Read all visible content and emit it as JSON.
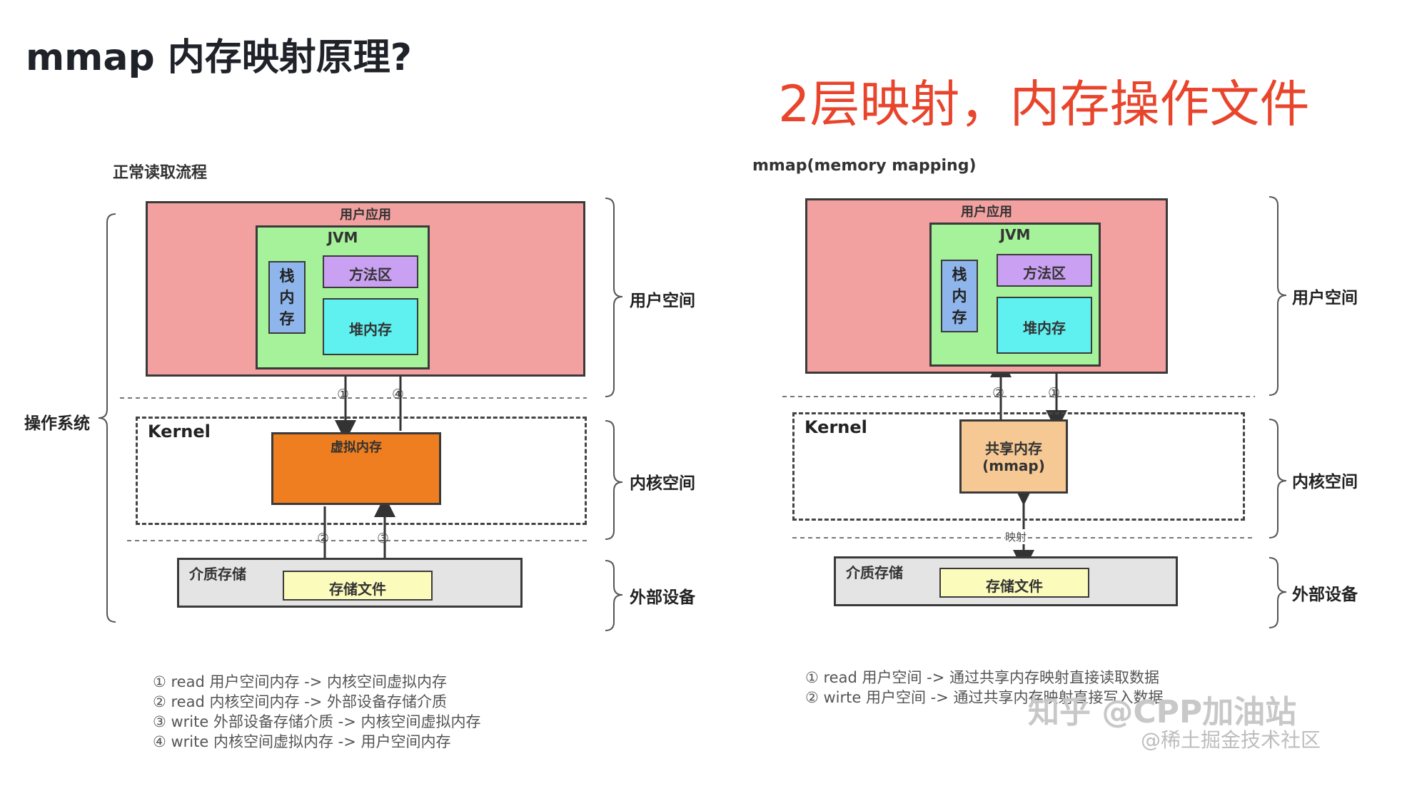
{
  "page": {
    "title": "mmap 内存映射原理?",
    "headline": "2层映射，内存操作文件"
  },
  "left": {
    "title": "正常读取流程",
    "os_label": "操作系统",
    "user_app": "用户应用",
    "jvm": "JVM",
    "stack": "栈内存",
    "method_area": "方法区",
    "heap": "堆内存",
    "kernel": "Kernel",
    "virtual_mem": "虚拟内存",
    "media": "介质存储",
    "file": "存储文件",
    "user_space": "用户空间",
    "kernel_space": "内核空间",
    "external": "外部设备",
    "markers": [
      "①",
      "④",
      "②",
      "③"
    ],
    "notes": [
      "① read 用户空间内存 -> 内核空间虚拟内存",
      "② read 内核空间内存 -> 外部设备存储介质",
      "③ write 外部设备存储介质 -> 内核空间虚拟内存",
      "④ write 内核空间虚拟内存 -> 用户空间内存"
    ]
  },
  "right": {
    "title": "mmap(memory mapping)",
    "user_app": "用户应用",
    "jvm": "JVM",
    "stack": "栈内存",
    "method_area": "方法区",
    "heap": "堆内存",
    "kernel": "Kernel",
    "shared_mem": "共享内存",
    "shared_mem_sub": "(mmap)",
    "mapping": "映射",
    "media": "介质存储",
    "file": "存储文件",
    "user_space": "用户空间",
    "kernel_space": "内核空间",
    "external": "外部设备",
    "markers": [
      "②",
      "①"
    ],
    "notes": [
      "① read 用户空间 -> 通过共享内存映射直接读取数据",
      "② wirte 用户空间 -> 通过共享内存映射直接写入数据"
    ]
  },
  "watermarks": {
    "zhihu": "知乎 @CPP加油站",
    "juejin": "@稀土掘金技术社区"
  }
}
